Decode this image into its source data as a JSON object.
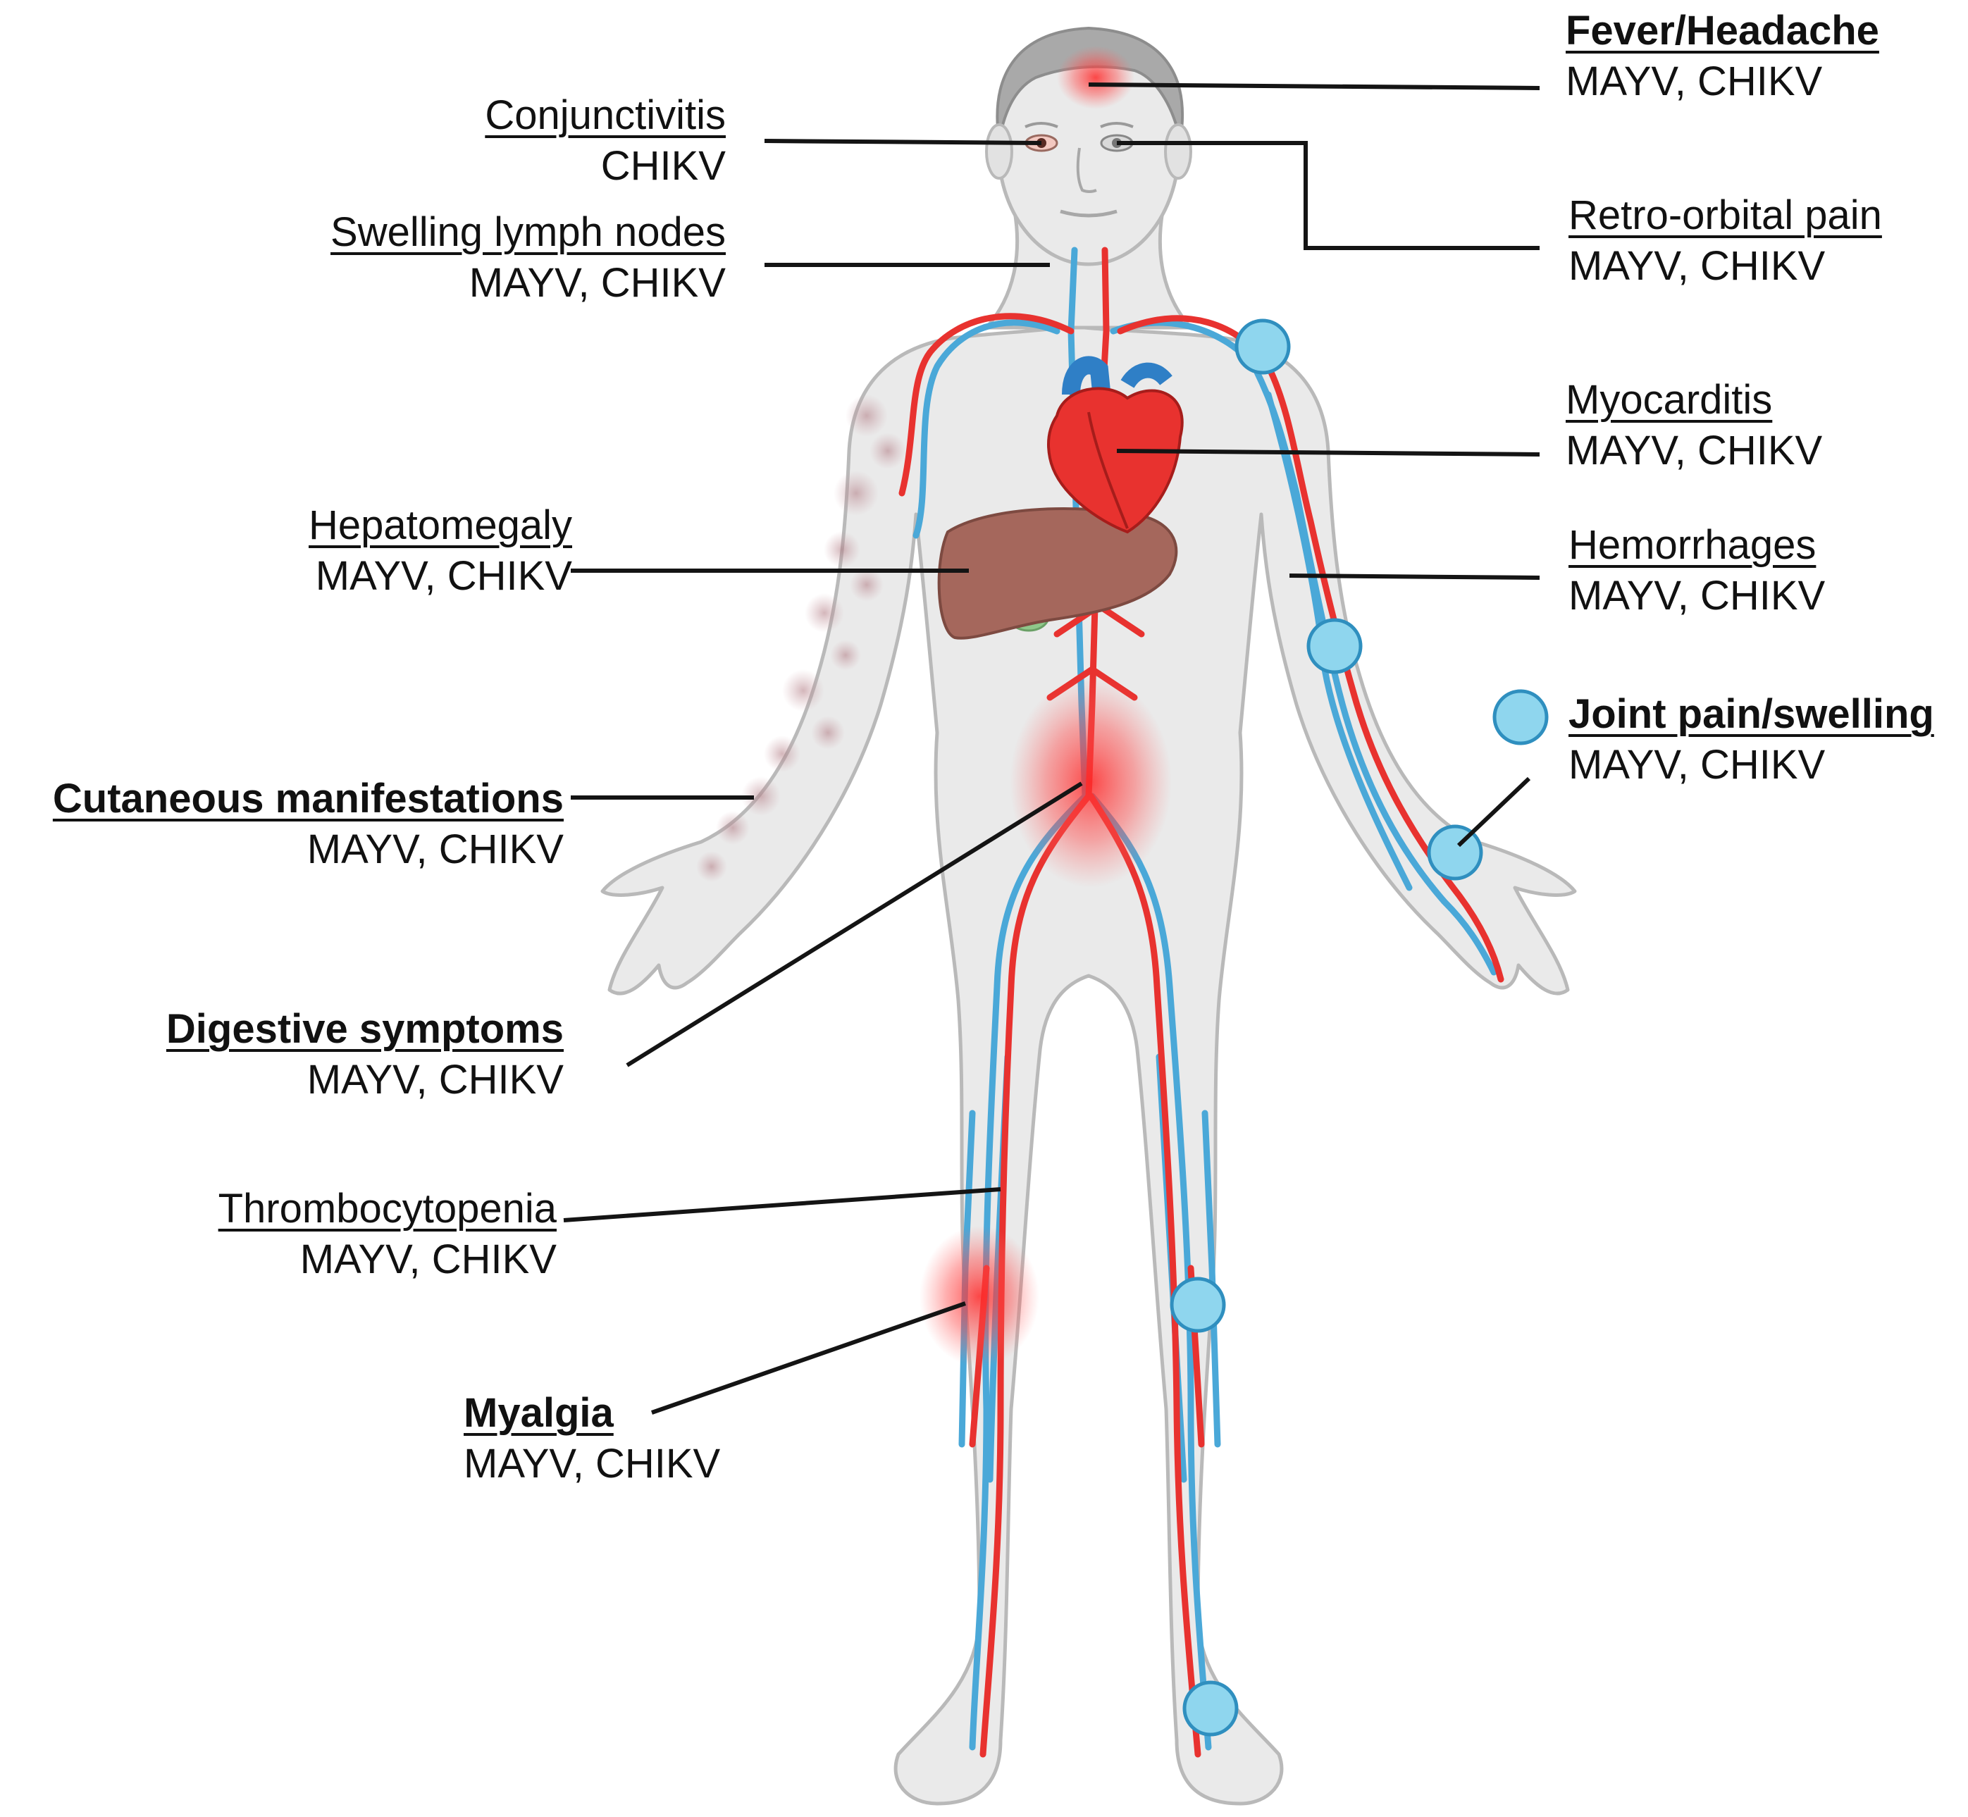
{
  "colors": {
    "artery": "#e8322f",
    "vein": "#4aa8d8",
    "joint": "#8fd6ee",
    "joint_stroke": "#2f8fbf",
    "body_fill": "#eaeaea",
    "body_stroke": "#b9b9b9",
    "hair": "#a9a9a9",
    "liver": "#a5675c",
    "inflammation": "#ff3333",
    "leader": "#141414"
  },
  "labels": [
    {
      "id": "fever-headache",
      "title": "Fever/Headache",
      "viruses": "MAYV, CHIKV",
      "bold": true
    },
    {
      "id": "conjunctivitis",
      "title": "Conjunctivitis",
      "viruses": "CHIKV",
      "bold": false
    },
    {
      "id": "retro-orbital-pain",
      "title": "Retro-orbital pain",
      "viruses": "MAYV, CHIKV",
      "bold": false
    },
    {
      "id": "swelling-lymph-nodes",
      "title": "Swelling lymph nodes",
      "viruses": "MAYV, CHIKV",
      "bold": false
    },
    {
      "id": "myocarditis",
      "title": "Myocarditis",
      "viruses": "MAYV, CHIKV",
      "bold": false
    },
    {
      "id": "hepatomegaly",
      "title": "Hepatomegaly",
      "viruses": "MAYV, CHIKV",
      "bold": false
    },
    {
      "id": "hemorrhages",
      "title": "Hemorrhages",
      "viruses": "MAYV, CHIKV",
      "bold": false
    },
    {
      "id": "joint-pain-swelling",
      "title": "Joint pain/swelling",
      "viruses": "MAYV, CHIKV",
      "bold": true
    },
    {
      "id": "cutaneous-manifestations",
      "title": "Cutaneous manifestations",
      "viruses": "MAYV, CHIKV",
      "bold": true
    },
    {
      "id": "digestive-symptoms",
      "title": "Digestive symptoms",
      "viruses": "MAYV, CHIKV",
      "bold": true
    },
    {
      "id": "thrombocytopenia",
      "title": "Thrombocytopenia",
      "viruses": "MAYV, CHIKV",
      "bold": false
    },
    {
      "id": "myalgia",
      "title": "Myalgia",
      "viruses": "MAYV, CHIKV",
      "bold": true
    }
  ]
}
